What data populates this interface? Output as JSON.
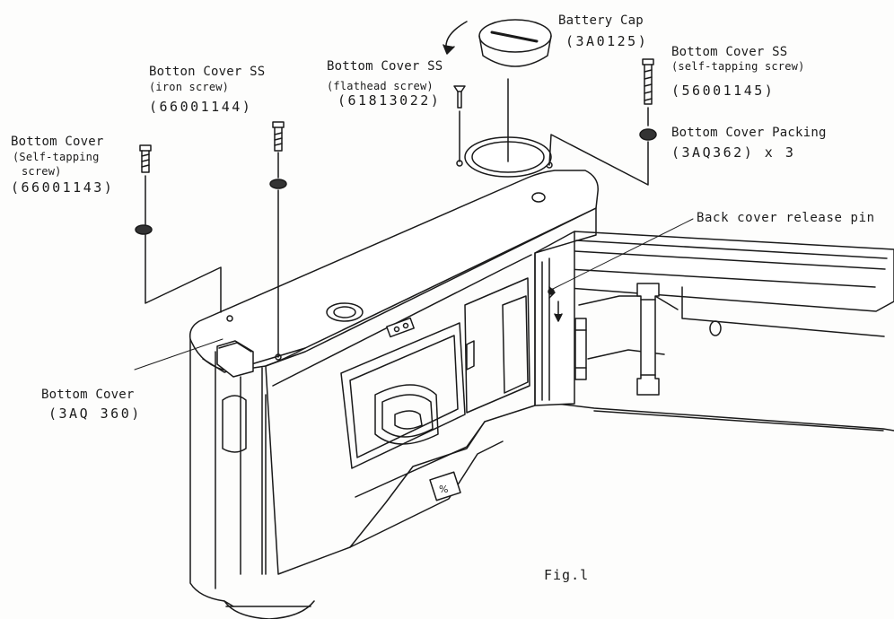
{
  "figure": {
    "caption": "Fig.l"
  },
  "labels": {
    "battery_cap": {
      "name": "Battery Cap",
      "part": "(3A0125)"
    },
    "cover_ss_self": {
      "name": "Bottom Cover SS",
      "note": "(self-tapping screw)",
      "part": "(56001145)"
    },
    "cover_ss_iron": {
      "name": "Botton Cover SS",
      "note": "(iron screw)",
      "part": "(66001144)"
    },
    "cover_ss_flat": {
      "name": "Bottom Cover SS",
      "note": "(flathead screw)",
      "part": "(61813022)"
    },
    "bottom_cover_screw": {
      "name": "Bottom Cover",
      "note1": "(Self-tapping",
      "note2": "screw)",
      "part": "(66001143)"
    },
    "packing": {
      "name": "Bottom Cover Packing",
      "part": "(3AQ362) x 3"
    },
    "release_pin": {
      "name": "Back cover release pin"
    },
    "bottom_cover": {
      "name": "Bottom Cover",
      "part": "(3AQ 360)"
    }
  }
}
